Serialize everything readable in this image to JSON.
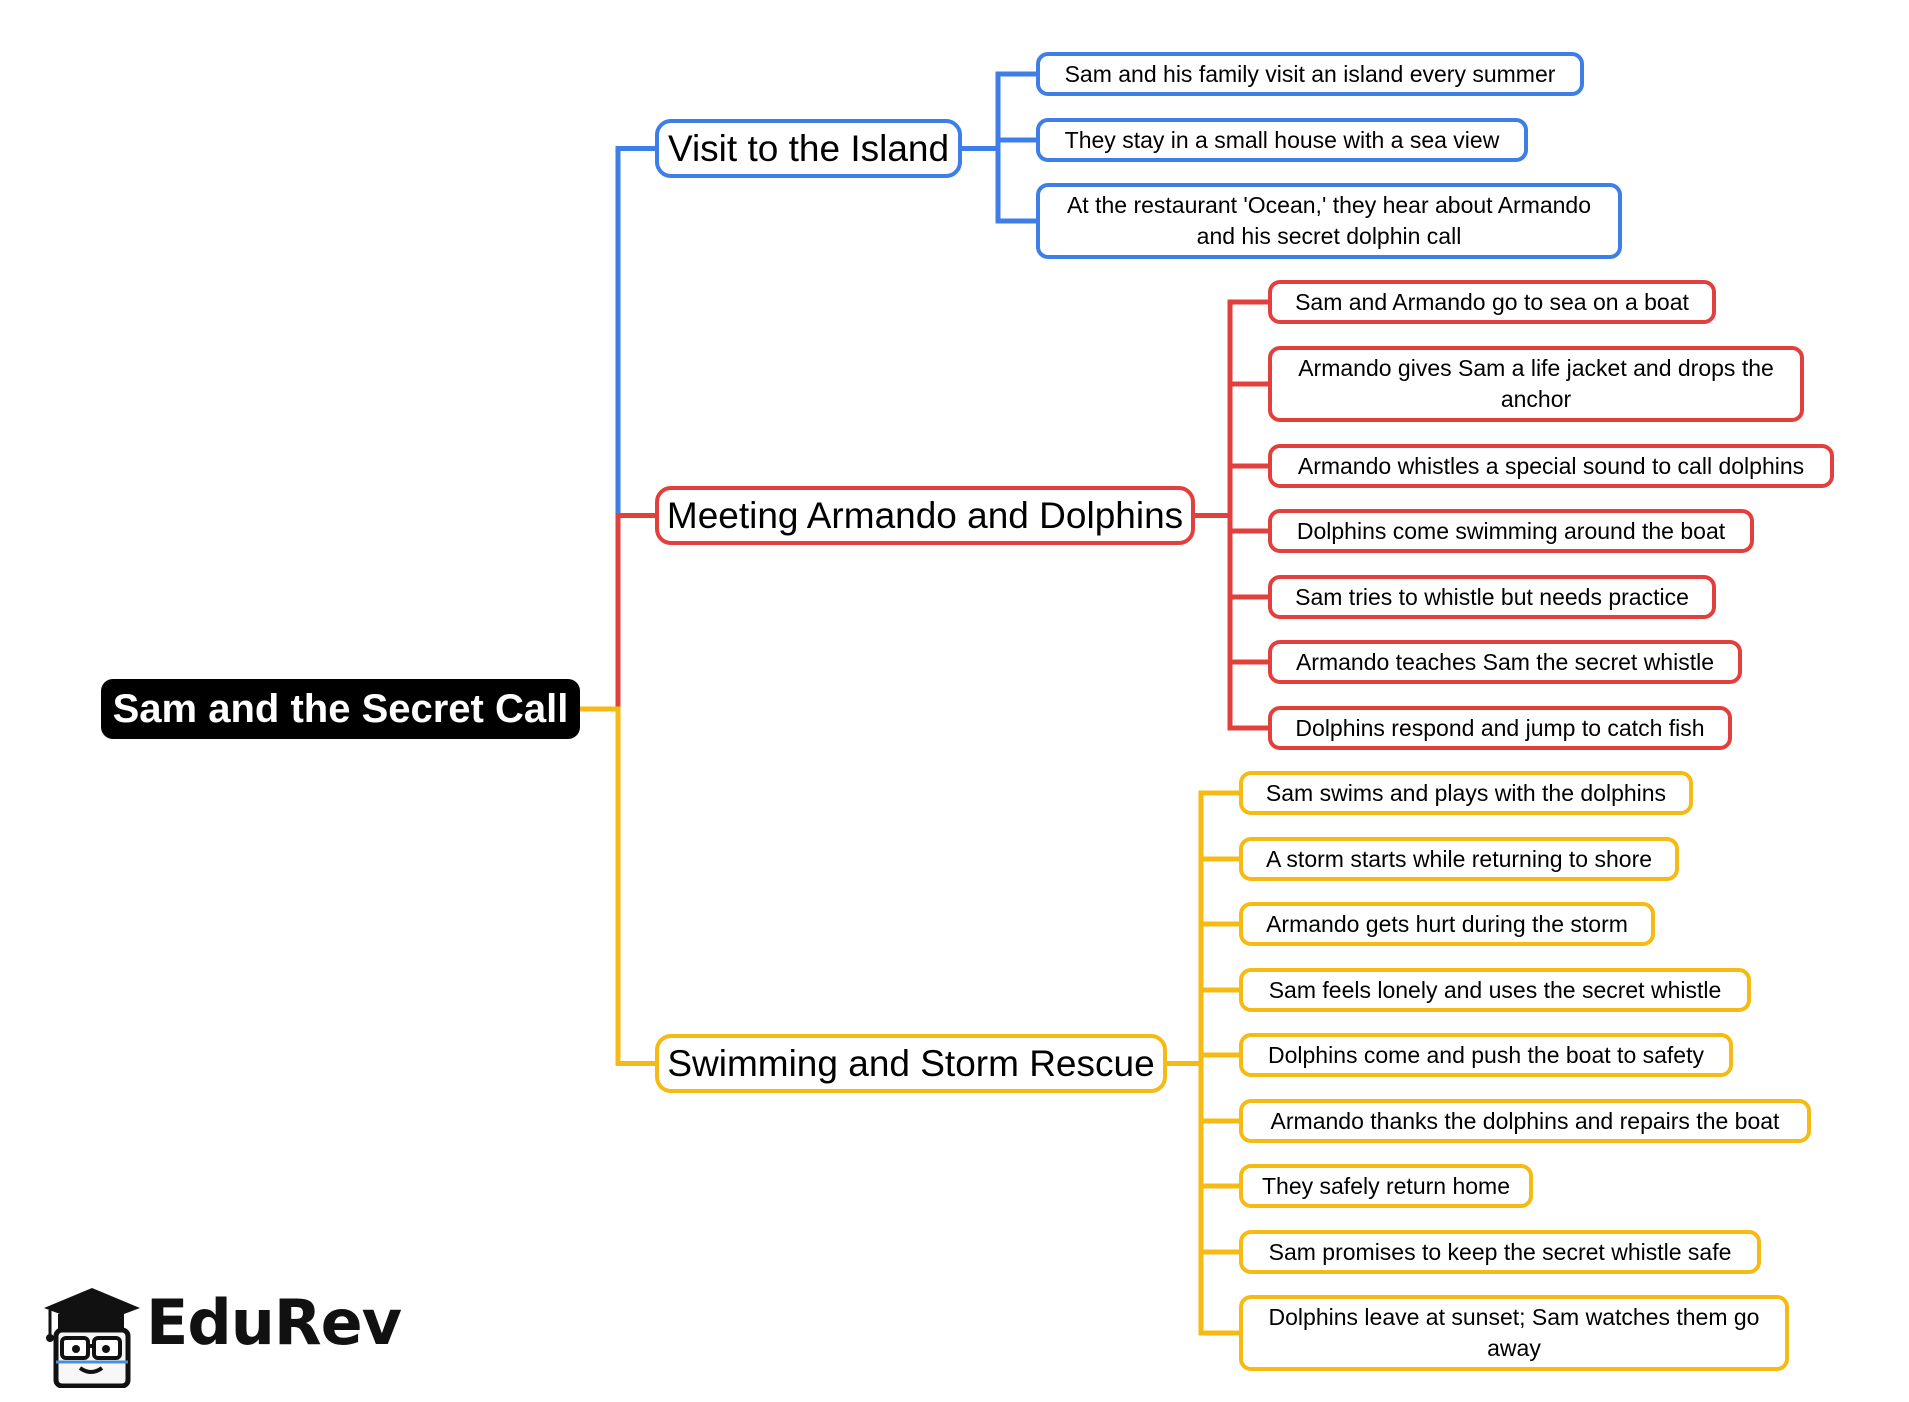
{
  "root": {
    "label": "Sam and the Secret Call"
  },
  "colors": {
    "blue": "#3e7ee8",
    "red": "#e2403d",
    "yellow": "#f5bb12",
    "root_bg": "#000000"
  },
  "branches": [
    {
      "label": "Visit to the Island",
      "color": "#3e7ee8",
      "items": [
        "Sam and his family visit an island every summer",
        "They stay in a small house with a sea view",
        "At the restaurant 'Ocean,' they hear about Armando and his secret dolphin call"
      ]
    },
    {
      "label": "Meeting Armando and Dolphins",
      "color": "#e2403d",
      "items": [
        "Sam and Armando go to sea on a boat",
        "Armando gives Sam a life jacket and drops the anchor",
        "Armando whistles a special sound to call dolphins",
        "Dolphins come swimming around the boat",
        "Sam tries to whistle but needs practice",
        "Armando teaches Sam the secret whistle",
        "Dolphins respond and jump to catch fish"
      ]
    },
    {
      "label": "Swimming and Storm Rescue",
      "color": "#f5bb12",
      "items": [
        "Sam swims and plays with the dolphins",
        "A storm starts while returning to shore",
        "Armando gets hurt during the storm",
        "Sam feels lonely and uses the secret whistle",
        "Dolphins come and push the boat to safety",
        "Armando thanks the dolphins and repairs the boat",
        "They safely return home",
        "Sam promises to keep the secret whistle safe",
        "Dolphins leave at sunset; Sam watches them go away"
      ]
    }
  ],
  "logo": {
    "text": "EduRev",
    "icon": "graduation-cap-mascot-icon"
  }
}
